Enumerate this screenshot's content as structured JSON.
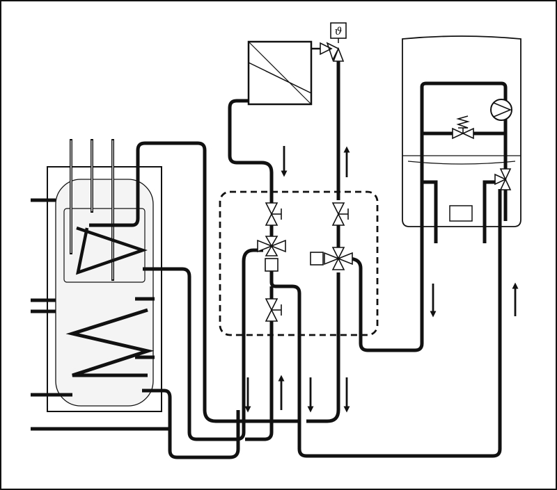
{
  "diagram": {
    "kind": "hydraulic-schematic",
    "components": [
      "dhw-storage-tank",
      "heat-exchanger",
      "temperature-sensor",
      "wall-hung-boiler",
      "circulation-pump",
      "mixing-valve-module",
      "three-way-mixing-valve",
      "isolation-valve"
    ],
    "sensor_symbol": "ϑ",
    "colors": {
      "line": "#111111",
      "background": "#ffffff",
      "tank_inner": "#f4f4f4"
    }
  }
}
